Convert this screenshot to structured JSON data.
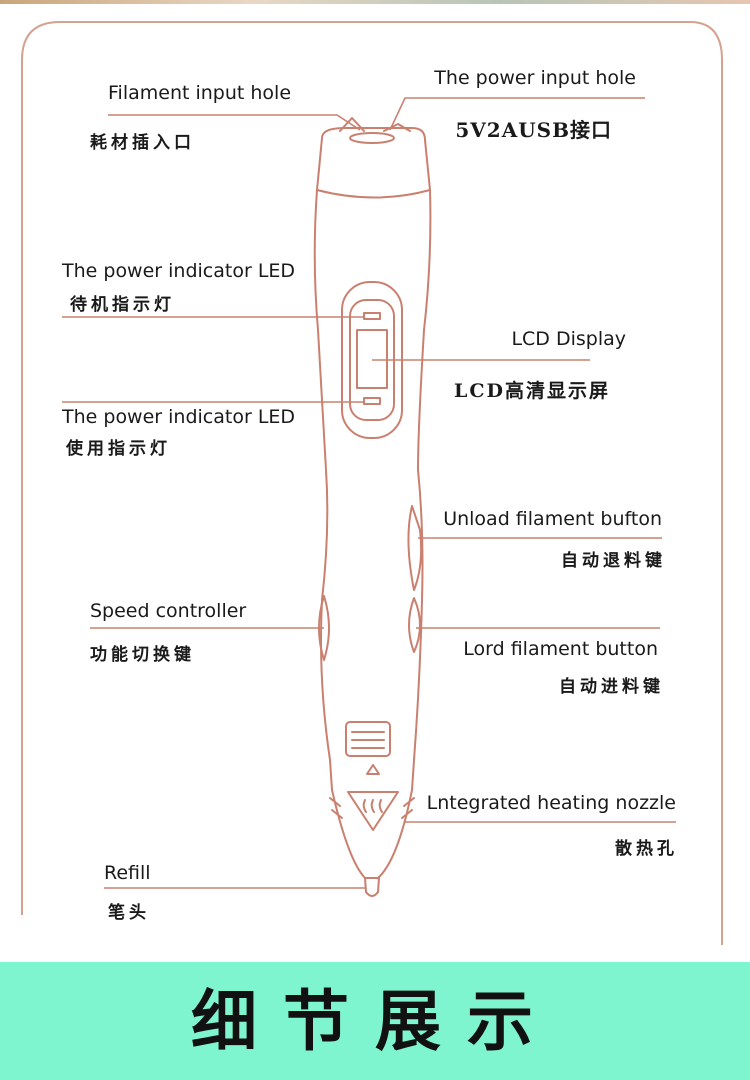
{
  "labels": {
    "filament_input_en": "Filament input hole",
    "filament_input_cn": "耗材插入口",
    "power_input_en": "The power input hole",
    "power_input_cn": "5V2AUSB接口",
    "standby_led_en": "The power indicator LED",
    "standby_led_cn": "待机指示灯",
    "lcd_en": "LCD Display",
    "lcd_cn": "LCD高清显示屏",
    "use_led_en": "The power indicator LED",
    "use_led_cn": "使用指示灯",
    "unload_en": "Unload filament bufton",
    "unload_cn": "自动退料键",
    "speed_en": "Speed controller",
    "speed_cn": "功能切换键",
    "load_en": "Lord filament button",
    "load_cn": "自动进料键",
    "nozzle_en": "Lntegrated heating nozzle",
    "nozzle_cn": "散热孔",
    "refill_en": "Refill",
    "refill_cn": "笔头"
  },
  "banner": {
    "title": "细节展示",
    "color": "#7ff5cf"
  },
  "colors": {
    "outline": "#c9806f",
    "frame": "#d7a190"
  }
}
